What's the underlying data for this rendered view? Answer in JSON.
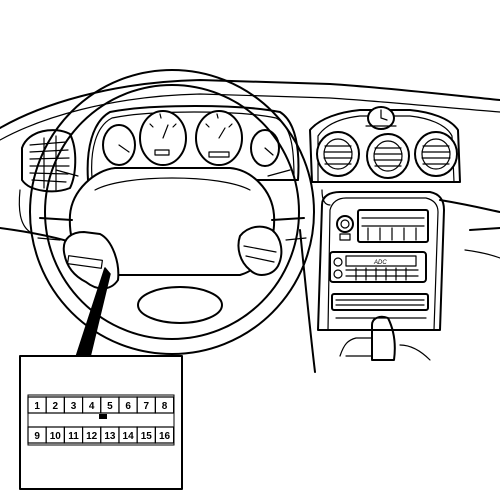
{
  "connector": {
    "top_row": [
      "1",
      "2",
      "3",
      "4",
      "5",
      "6",
      "7",
      "8"
    ],
    "bottom_row": [
      "9",
      "10",
      "11",
      "12",
      "13",
      "14",
      "15",
      "16"
    ]
  },
  "radio": {
    "display_label": "ADC"
  }
}
